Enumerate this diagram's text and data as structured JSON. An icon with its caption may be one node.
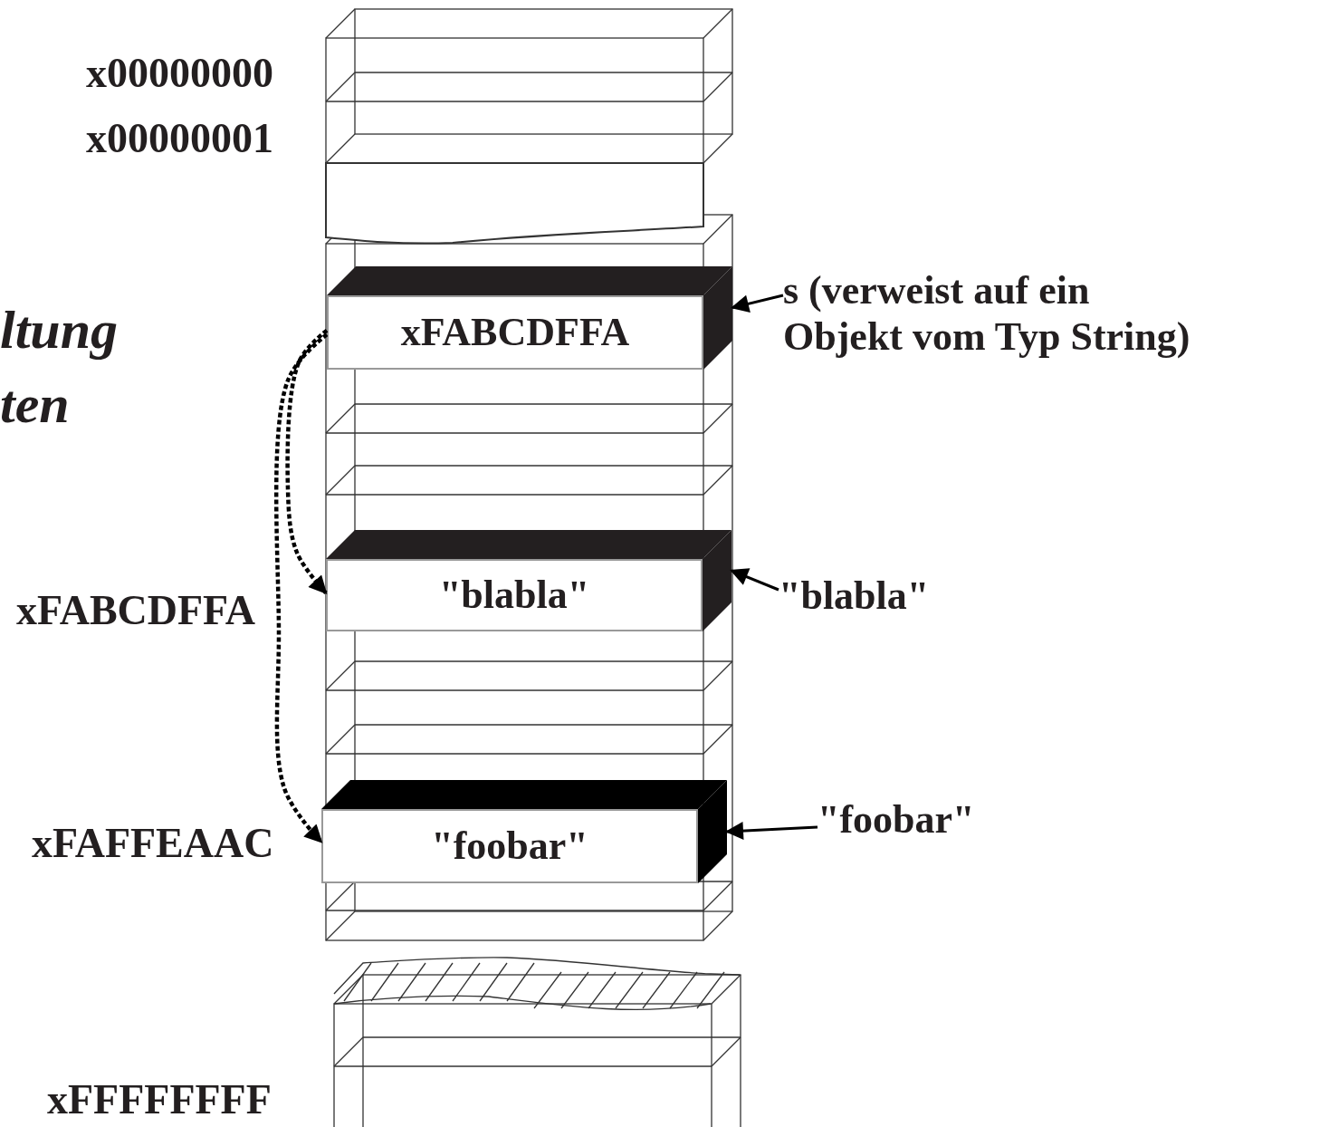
{
  "diagram": {
    "nodes": [
      {
        "text": [
          "xFABCDFFA"
        ]
      },
      {
        "text": [
          "\"blabla\""
        ]
      },
      {
        "text": [
          "\"foobar\""
        ]
      },
      {
        "text": [
          "s (verweist auf ein Objekt vom Typ String)"
        ]
      },
      {
        "text": [
          "\"blabla\""
        ]
      },
      {
        "text": [
          "\"foobar\""
        ]
      }
    ],
    "edges": [
      {
        "from": 3,
        "to": 0,
        "arrow": "to"
      },
      {
        "from": 4,
        "to": 1,
        "arrow": "to"
      },
      {
        "from": 5,
        "to": 2,
        "arrow": "to"
      },
      {
        "from": 0,
        "to": 1,
        "arrow": "to",
        "style": "dashed"
      },
      {
        "from": 0,
        "to": 2,
        "arrow": "to",
        "style": "dashed"
      }
    ],
    "labels": [
      "x00000000",
      "x00000001",
      "ltung",
      "ten",
      "xFABCDFFA",
      "xFAFFEAAC",
      "xFFFFFFFF"
    ]
  }
}
